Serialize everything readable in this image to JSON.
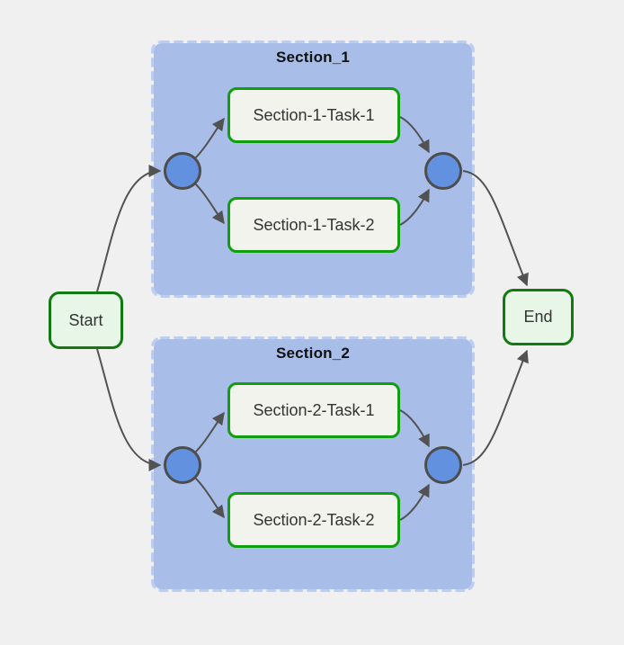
{
  "diagram": {
    "type": "flowchart",
    "nodes": {
      "start": {
        "label": "Start",
        "shape": "rounded-rect"
      },
      "end": {
        "label": "End",
        "shape": "rounded-rect"
      }
    },
    "sections": [
      {
        "title": "Section_1",
        "tasks": [
          {
            "label": "Section-1-Task-1"
          },
          {
            "label": "Section-1-Task-2"
          }
        ],
        "fork_node": "parallel-fork-circle",
        "join_node": "parallel-join-circle"
      },
      {
        "title": "Section_2",
        "tasks": [
          {
            "label": "Section-2-Task-1"
          },
          {
            "label": "Section-2-Task-2"
          }
        ],
        "fork_node": "parallel-fork-circle",
        "join_node": "parallel-join-circle"
      }
    ],
    "edges": [
      {
        "from": "Start",
        "to": "Section_1-fork"
      },
      {
        "from": "Start",
        "to": "Section_2-fork"
      },
      {
        "from": "Section_1-fork",
        "to": "Section-1-Task-1"
      },
      {
        "from": "Section_1-fork",
        "to": "Section-1-Task-2"
      },
      {
        "from": "Section-1-Task-1",
        "to": "Section_1-join"
      },
      {
        "from": "Section-1-Task-2",
        "to": "Section_1-join"
      },
      {
        "from": "Section_1-join",
        "to": "End"
      },
      {
        "from": "Section_2-fork",
        "to": "Section-2-Task-1"
      },
      {
        "from": "Section_2-fork",
        "to": "Section-2-Task-2"
      },
      {
        "from": "Section-2-Task-1",
        "to": "Section_2-join"
      },
      {
        "from": "Section-2-Task-2",
        "to": "Section_2-join"
      },
      {
        "from": "Section_2-join",
        "to": "End"
      }
    ],
    "colors": {
      "page_background": "#f0f0f0",
      "cluster_fill": "#a8bee9",
      "cluster_border": "#bccdf2",
      "task_fill": "#f3f3ed",
      "task_border": "#119e11",
      "terminal_fill": "#e8f6e8",
      "terminal_border": "#117a11",
      "circle_fill": "#6291e0",
      "circle_border": "#4d4d4d",
      "edge_stroke": "#525252",
      "title_text": "#111111",
      "node_text": "#333333"
    }
  }
}
